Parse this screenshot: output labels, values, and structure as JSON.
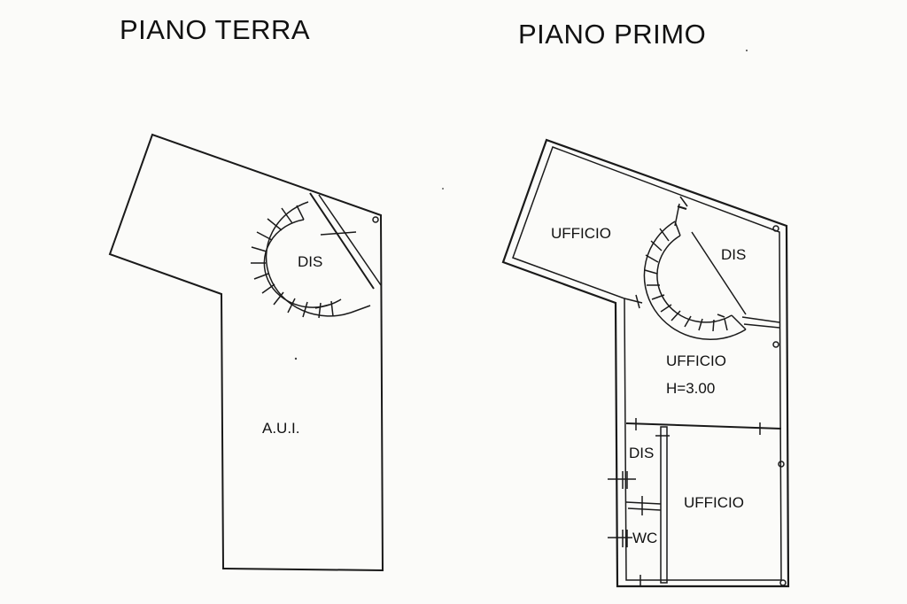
{
  "titles": {
    "ground_floor": "PIANO TERRA",
    "first_floor": "PIANO PRIMO"
  },
  "ground_floor": {
    "rooms": {
      "dis": "DIS",
      "aui": "A.U.I."
    }
  },
  "first_floor": {
    "rooms": {
      "ufficio_nw": "UFFICIO",
      "dis_ne": "DIS",
      "ufficio_mid": "UFFICIO",
      "ufficio_mid_height": "H=3.00",
      "dis_small": "DIS",
      "wc": "WC",
      "ufficio_se": "UFFICIO"
    }
  },
  "colors": {
    "line": "#1a1a1a",
    "paper": "#fbfbf9"
  }
}
